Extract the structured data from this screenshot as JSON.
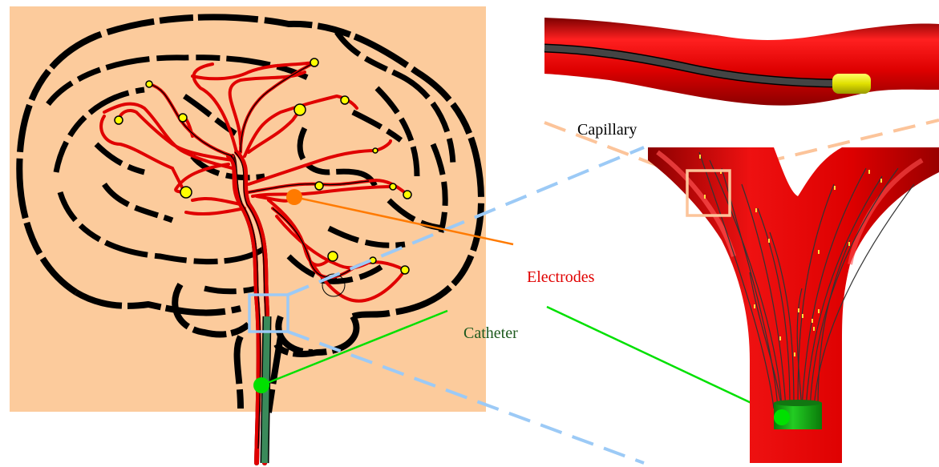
{
  "labels": {
    "capillary": "Capillary",
    "electrodes": "Electrodes",
    "catheter": "Catheter"
  },
  "colors": {
    "panel_background": "#fccb9c",
    "brain_outline": "#000000",
    "vessel": "#e00000",
    "vessel_dark": "#a10000",
    "electrode_node": "#ffff00",
    "electrode_pointer": "#ff7a00",
    "catheter_pointer": "#00e000",
    "catheter_body": "#3a8a5a",
    "zoom_box_blue": "#9ccaf6",
    "zoom_box_peach": "#fcc49a",
    "capillary_label_text": "#000000",
    "electrodes_label_text": "#e00000",
    "catheter_label_text": "#1e5a1e",
    "wire": "#444444",
    "capsule": "#dddd00"
  }
}
